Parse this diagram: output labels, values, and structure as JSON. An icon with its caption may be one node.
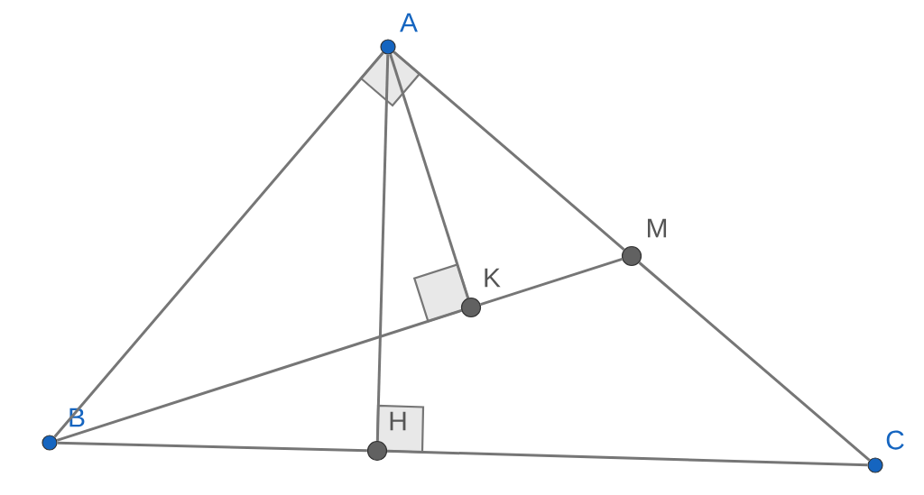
{
  "diagram": {
    "nodes": [
      {
        "text": [
          "A"
        ]
      },
      {
        "text": [
          "B"
        ]
      },
      {
        "text": [
          "C"
        ]
      },
      {
        "text": [
          "H"
        ]
      },
      {
        "text": [
          "K"
        ]
      },
      {
        "text": [
          "M"
        ]
      }
    ],
    "edges": [
      {
        "from": 0,
        "to": 1,
        "arrow": "none"
      },
      {
        "from": 0,
        "to": 5,
        "arrow": "none"
      },
      {
        "from": 5,
        "to": 2,
        "arrow": "none"
      },
      {
        "from": 1,
        "to": 3,
        "arrow": "none"
      },
      {
        "from": 3,
        "to": 2,
        "arrow": "none"
      },
      {
        "from": 0,
        "to": 3,
        "arrow": "none"
      },
      {
        "from": 0,
        "to": 4,
        "arrow": "none"
      },
      {
        "from": 1,
        "to": 4,
        "arrow": "none"
      },
      {
        "from": 4,
        "to": 5,
        "arrow": "none"
      }
    ]
  }
}
